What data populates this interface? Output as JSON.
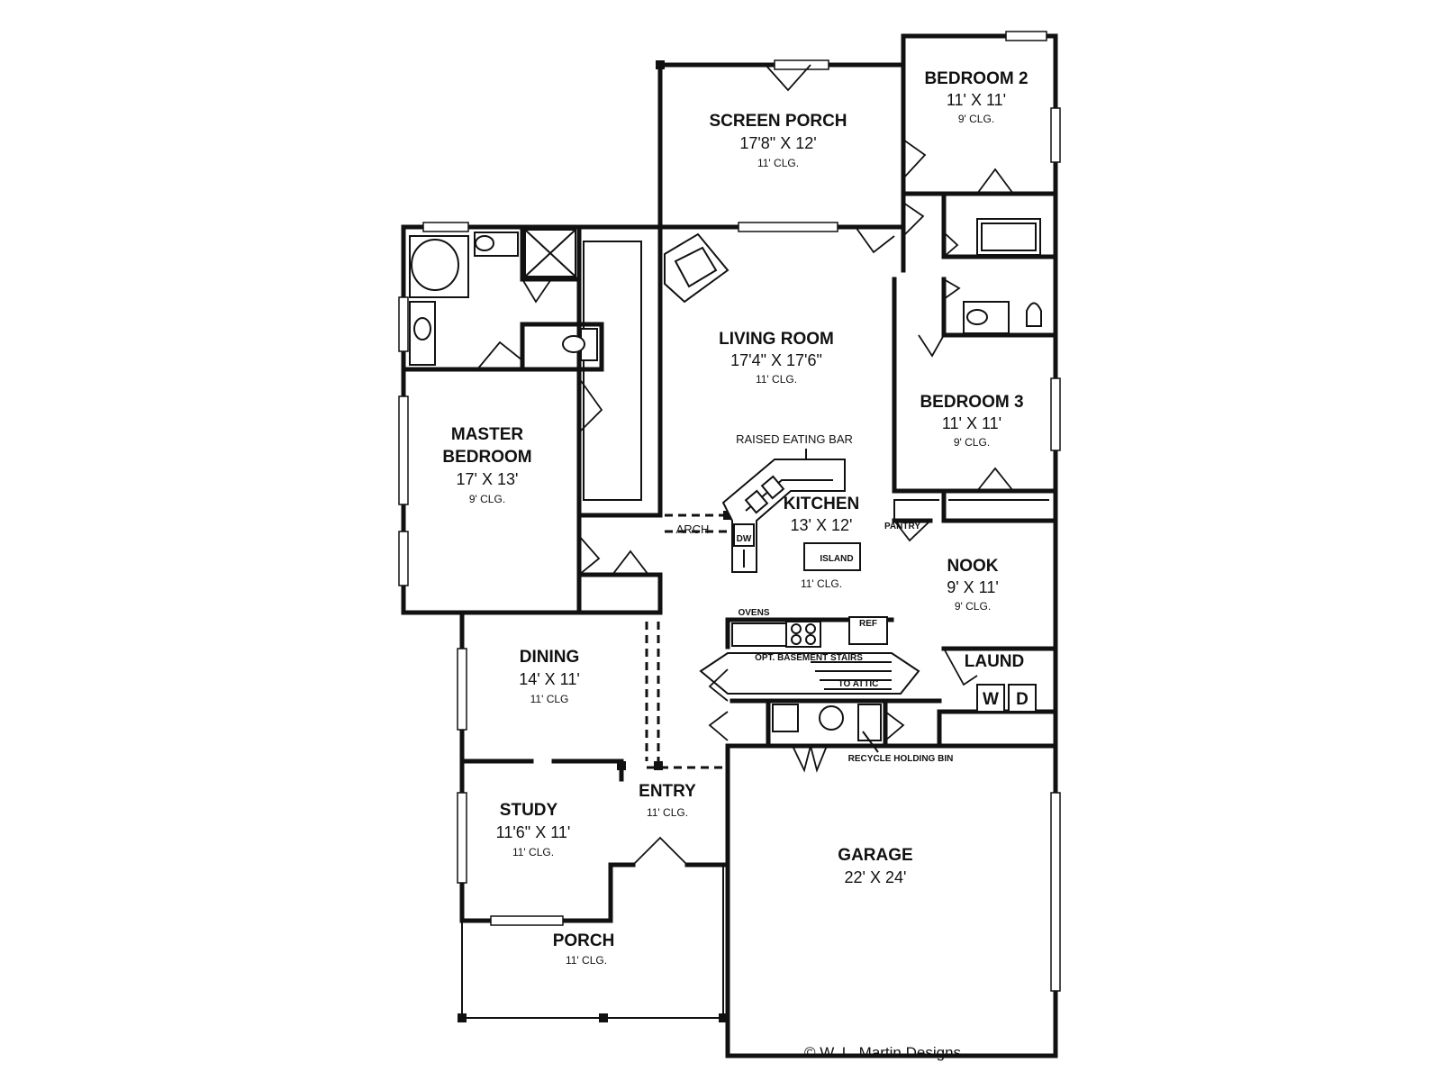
{
  "rooms": {
    "screen_porch": {
      "name": "SCREEN PORCH",
      "dims": "17'8\" X 12'",
      "clg": "11' CLG."
    },
    "bedroom2": {
      "name": "BEDROOM 2",
      "dims": "11' X 11'",
      "clg": "9' CLG."
    },
    "living": {
      "name": "LIVING ROOM",
      "dims": "17'4\" X 17'6\"",
      "clg": "11' CLG."
    },
    "master": {
      "name1": "MASTER",
      "name2": "BEDROOM",
      "dims": "17' X 13'",
      "clg": "9' CLG."
    },
    "bedroom3": {
      "name": "BEDROOM 3",
      "dims": "11' X 11'",
      "clg": "9' CLG."
    },
    "kitchen": {
      "name": "KITCHEN",
      "dims": "13' X 12'",
      "clg": "11' CLG."
    },
    "nook": {
      "name": "NOOK",
      "dims": "9' X 11'",
      "clg": "9' CLG."
    },
    "laundry": {
      "name": "LAUND"
    },
    "dining": {
      "name": "DINING",
      "dims": "14' X 11'",
      "clg": "11' CLG"
    },
    "entry": {
      "name": "ENTRY",
      "clg": "11' CLG."
    },
    "study": {
      "name": "STUDY",
      "dims": "11'6\" X 11'",
      "clg": "11' CLG."
    },
    "garage": {
      "name": "GARAGE",
      "dims": "22' X 24'"
    },
    "porch": {
      "name": "PORCH",
      "clg": "11' CLG."
    }
  },
  "notes": {
    "raised_bar": "RAISED EATING BAR",
    "arch": "ARCH",
    "pantry": "PANTRY",
    "island": "ISLAND",
    "dw": "DW",
    "ovens": "OVENS",
    "ref": "REF",
    "basement": "OPT. BASEMENT STAIRS",
    "attic": "TO ATTIC",
    "recycle": "RECYCLE HOLDING BIN",
    "washer": "W",
    "dryer": "D"
  },
  "copyright": "© W. L. Martin Designs"
}
